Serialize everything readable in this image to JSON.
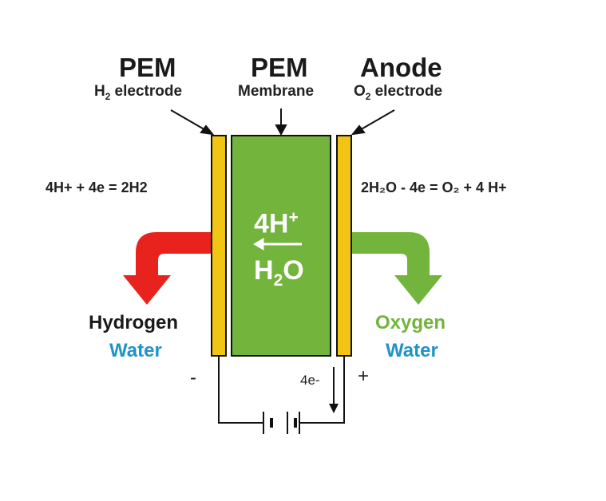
{
  "labels": {
    "left_title": "PEM",
    "left_sub_prefix": "H",
    "left_sub_index": "2",
    "left_sub_suffix": " electrode",
    "mid_title": "PEM",
    "mid_sub": "Membrane",
    "right_title": "Anode",
    "right_sub_prefix": "O",
    "right_sub_index": "2",
    "right_sub_suffix": " electrode"
  },
  "equations": {
    "left": "4H+ + 4e = 2H2",
    "right": "2H₂O - 4e = O₂ + 4 H+"
  },
  "membrane": {
    "ion_base": "4H",
    "ion_charge": "+",
    "water_prefix": "H",
    "water_index": "2",
    "water_suffix": "O"
  },
  "outputs": {
    "left_line1": "Hydrogen",
    "left_line2": "Water",
    "right_line1": "Oxygen",
    "right_line2": "Water"
  },
  "circuit": {
    "minus": "-",
    "plus": "+",
    "electrons": "4e-"
  },
  "colors": {
    "membrane": "#72b43c",
    "electrode": "#f2c414",
    "hydrogen_arrow": "#e8231d",
    "oxygen_arrow": "#72b43c",
    "water_text": "#1f93c9",
    "oxygen_text": "#72b43c"
  }
}
